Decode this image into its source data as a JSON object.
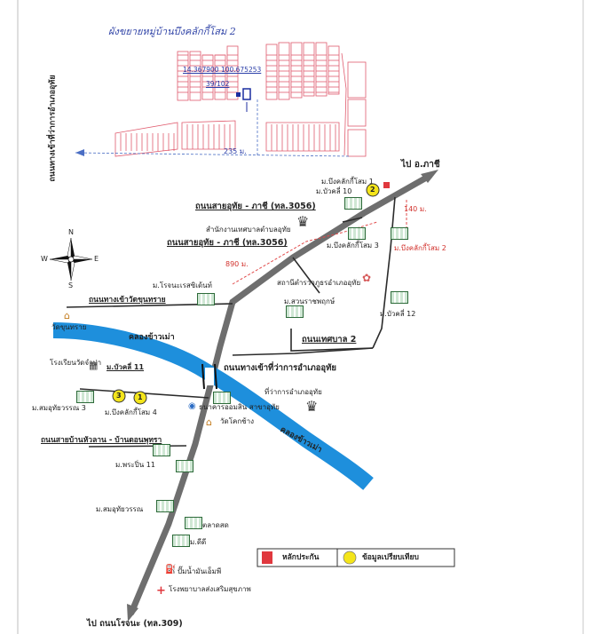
{
  "plan": {
    "title": "ผังขยายหมู่บ้านบึงคลักกี้โสม 2",
    "coords": "14.367900 100.675253",
    "lot": "39/102",
    "distance": "235 ม."
  },
  "roads": {
    "highway_top": "ถนนสายอุทัย - ภาชี (ทล.3056)",
    "highway_mid": "ถนนสายอุทัย - ภาชี (ทล.3056)",
    "to_phachi": "ไป อ.ภาชี",
    "to_rojana": "ไป ถนนโรจนะ (ทล.309)",
    "district_entrance": "ถนนทางเข้าที่ว่าการอำเภออุทัย",
    "district_entrance_left": "ถนนทางเข้าที่ว่าการอำเภออุทัย",
    "wat_khun_sai": "ถนนทางเข้าวัดขุนทราย",
    "municipal_2": "ถนนเทศบาล 2",
    "hua_lan": "ถนนสายบ้านหัวลาน - บ้านดอนพุทรา",
    "dist_890": "890 ม.",
    "dist_140": "140 ม."
  },
  "river": {
    "label_1": "คลองข้าวเม่า",
    "label_2": "คลองข้าวเม่า"
  },
  "places": {
    "pikselsom1": "ม.บึงคลักกี้โสม 1",
    "buakhi10": "ม.บัวคลี่ 10",
    "municipal_office": "สำนักงานเทศบาลตำบลอุทัย",
    "pikselsom3": "ม.บึงคลักกี้โสม 3",
    "pikselsom2": "ม.บึงคลักกี้โสม 2",
    "police": "สถานีตำรวจภูธรอำเภออุทัย",
    "rojana_city": "ม.โรจนะเรสซิเด้นท์",
    "suanrat": "ม.สวนราชพฤกษ์",
    "buakhi12": "ม.บัวคลี่ 12",
    "wat_khun_sai": "วัดขุนทราย",
    "school": "โรงเรียนวัดจำปา",
    "buakhi11": "ม.บัวคลี่ 11",
    "somuthai3": "ม.สมอุทัยวรรณ 3",
    "pikselsom4": "ม.บึงคลักกี้โสม 4",
    "district_office": "ที่ว่าการอำเภออุทัย",
    "bank": "ธนาคารออมสิน สาขาอุทัย",
    "wat_klong_chang": "วัดโคกช้าง",
    "phraphin11": "ม.พระปิ่น 11",
    "somuthai": "ม.สมอุทัยวรรณ",
    "market": "ตลาดสด",
    "d_d": "ม.ดีดี",
    "gas": "ปั๊มน้ำมันเอ็มพี",
    "hospital": "โรงพยาบาลส่งเสริมสุขภาพ"
  },
  "compass": {
    "n": "N",
    "s": "S",
    "e": "E",
    "w": "W"
  },
  "markers": {
    "m1": "1",
    "m2": "2",
    "m3": "3"
  },
  "legend": {
    "collateral": "หลักประกัน",
    "comparable": "ข้อมูลเปรียบเทียบ",
    "collateral_color": "#e0383e",
    "comparable_color": "#f4e51a"
  },
  "colors": {
    "road": "#6e6e6e",
    "river": "#1e8fdc",
    "plan_lines": "#e05b6e",
    "ink_blue": "#2a3ea8"
  }
}
